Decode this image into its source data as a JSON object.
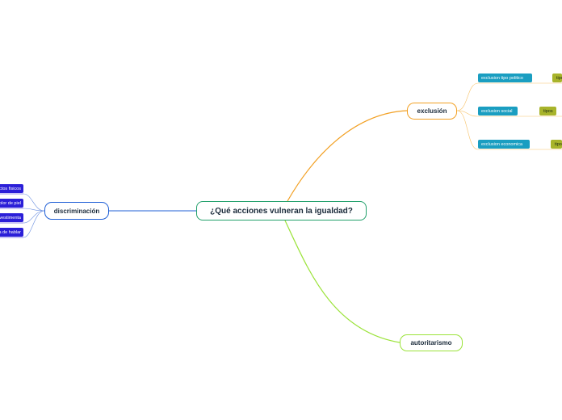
{
  "central": {
    "label": "¿Qué acciones vulneran la igualdad?"
  },
  "branches": {
    "discriminacion": {
      "label": "discriminación",
      "color": "#1f5fd6",
      "children": [
        "aspectos fisicos",
        "color de piel",
        "vestimenta",
        "forma de hablar"
      ]
    },
    "exclusion": {
      "label": "exclusión",
      "color": "#f2a023",
      "children": [
        {
          "label": "exclusion tipo politico",
          "child": "tipos"
        },
        {
          "label": "exclusion social",
          "child": "tipos"
        },
        {
          "label": "exclusion economica",
          "child": "tipos"
        }
      ]
    },
    "autoritarismo": {
      "label": "autoritarismo",
      "color": "#9be33a"
    }
  },
  "colors": {
    "central_border": "#22a06b",
    "discrim_leaf_bg": "#2b1fd8",
    "exclusion_leaf_bg": "#1a9ec1",
    "tipos_bg": "#a8b42b"
  }
}
